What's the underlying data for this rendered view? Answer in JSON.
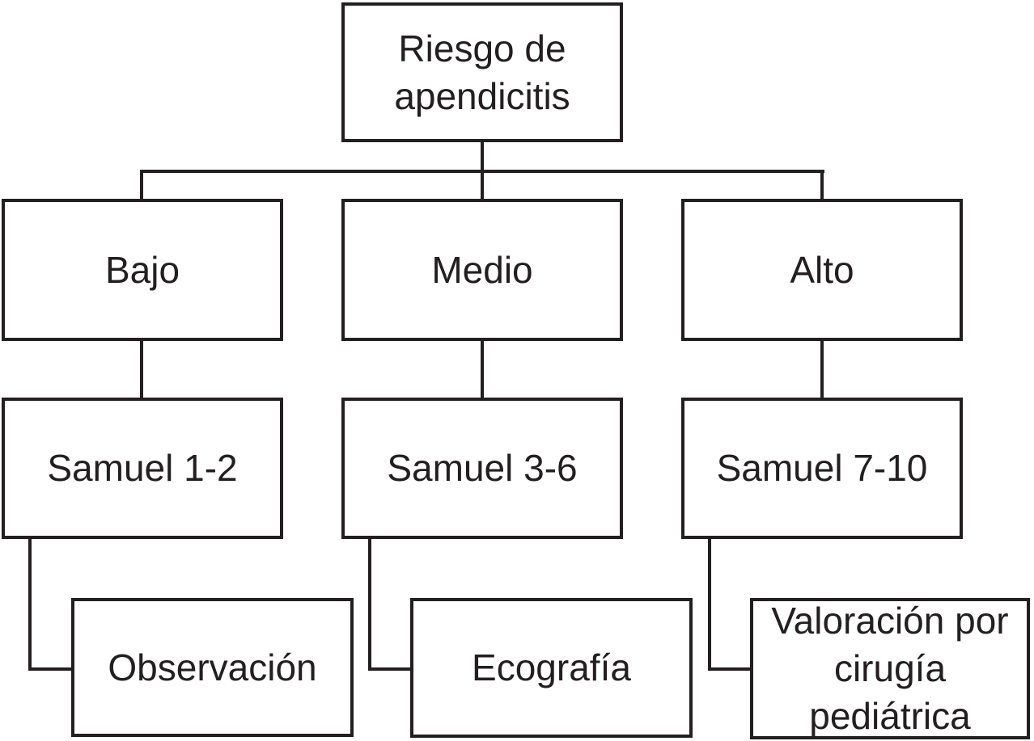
{
  "diagram": {
    "root": {
      "label": "Riesgo de apendicitis"
    },
    "levels": {
      "risk": [
        {
          "label": "Bajo"
        },
        {
          "label": "Medio"
        },
        {
          "label": "Alto"
        }
      ],
      "score": [
        {
          "label": "Samuel 1-2"
        },
        {
          "label": "Samuel 3-6"
        },
        {
          "label": "Samuel 7-10"
        }
      ],
      "action": [
        {
          "label": "Observación"
        },
        {
          "label": "Ecografía"
        },
        {
          "label": "Valoración por cirugía pediátrica"
        }
      ]
    },
    "colors": {
      "line": "#231f20",
      "text": "#231f20",
      "box_background": "#ffffff",
      "page_background": "#ffffff"
    }
  }
}
